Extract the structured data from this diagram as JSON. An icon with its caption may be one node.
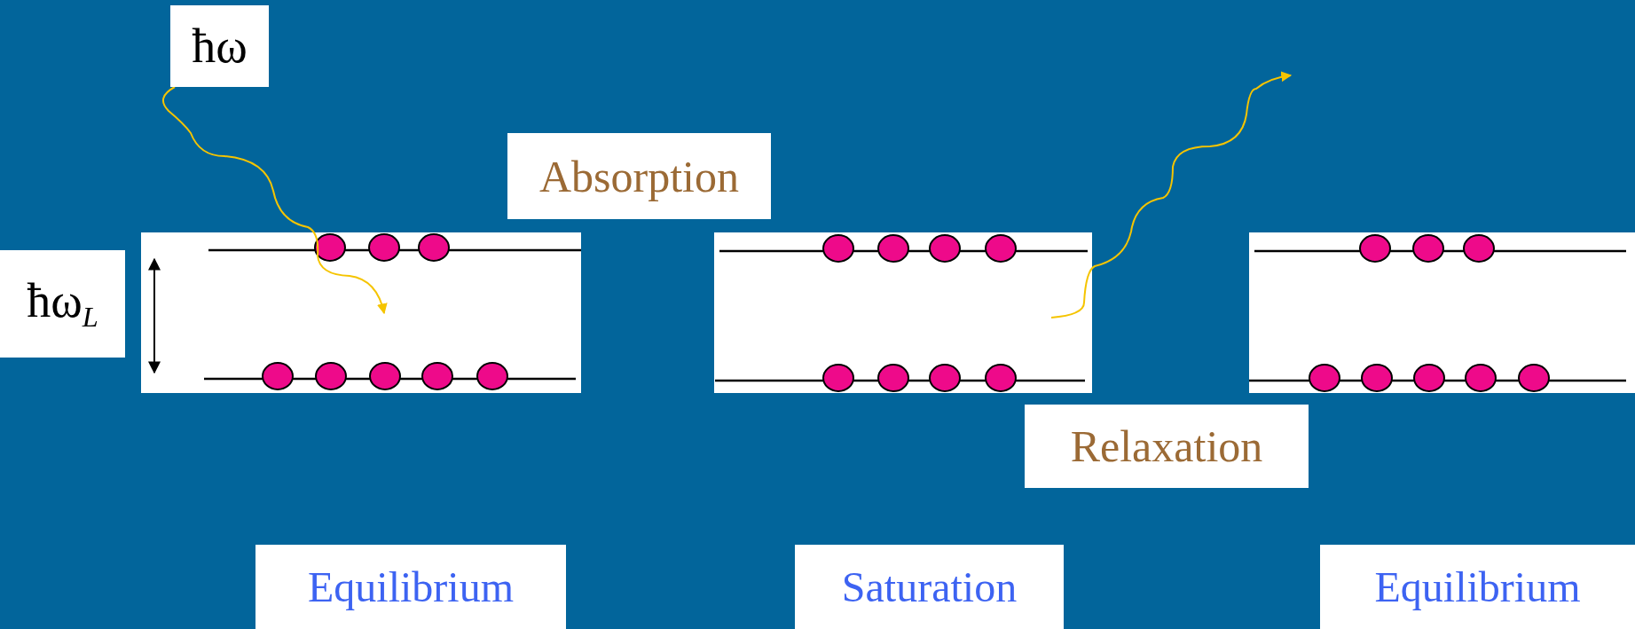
{
  "diagram": {
    "nodes": [
      {
        "text": [
          "ħω"
        ]
      },
      {
        "text": [
          "Absorption"
        ]
      },
      {
        "text": [
          "ħω$_{L}$"
        ]
      },
      {
        "text": [],
        "shape": "box"
      },
      {
        "text": [],
        "shape": "box"
      },
      {
        "text": [],
        "shape": "box"
      },
      {
        "text": [
          "Relaxation"
        ]
      },
      {
        "text": [
          "Equilibrium"
        ]
      },
      {
        "text": [
          "Saturation"
        ]
      },
      {
        "text": [
          "Equilibrium"
        ]
      }
    ],
    "edges": [
      {
        "from": 0,
        "to": 3,
        "arrow": "to"
      },
      {
        "from": 4,
        "to": null,
        "arrow": "to"
      }
    ]
  }
}
